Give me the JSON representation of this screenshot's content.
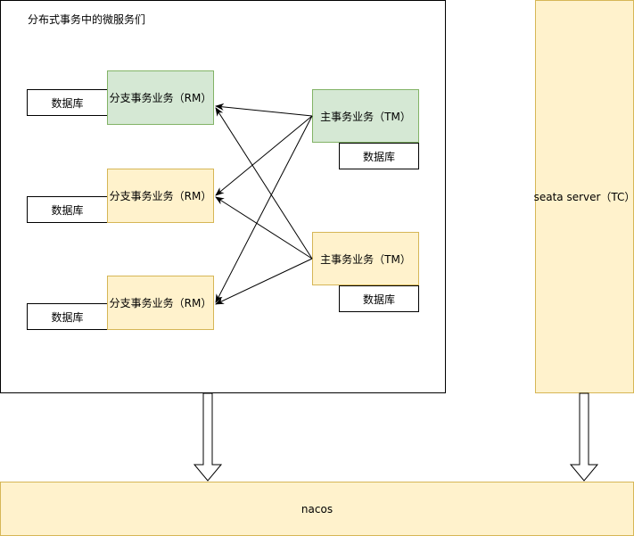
{
  "container": {
    "title": "分布式事务中的微服务们"
  },
  "db_label": "数据库",
  "branches": [
    {
      "label": "分支事务业务（RM）",
      "color": "#d5e8d4"
    },
    {
      "label": "分支事务业务（RM）",
      "color": "#fff2cc"
    },
    {
      "label": "分支事务业务（RM）",
      "color": "#fff2cc"
    }
  ],
  "mains": [
    {
      "label": "主事务业务（TM）",
      "color": "#d5e8d4"
    },
    {
      "label": "主事务业务（TM）",
      "color": "#fff2cc"
    }
  ],
  "seata": {
    "label": "seata server（TC）"
  },
  "nacos": {
    "label": "nacos"
  },
  "colors": {
    "green_fill": "#d5e8d4",
    "green_stroke": "#82b366",
    "yellow_fill": "#fff2cc",
    "yellow_stroke": "#d6b656"
  }
}
